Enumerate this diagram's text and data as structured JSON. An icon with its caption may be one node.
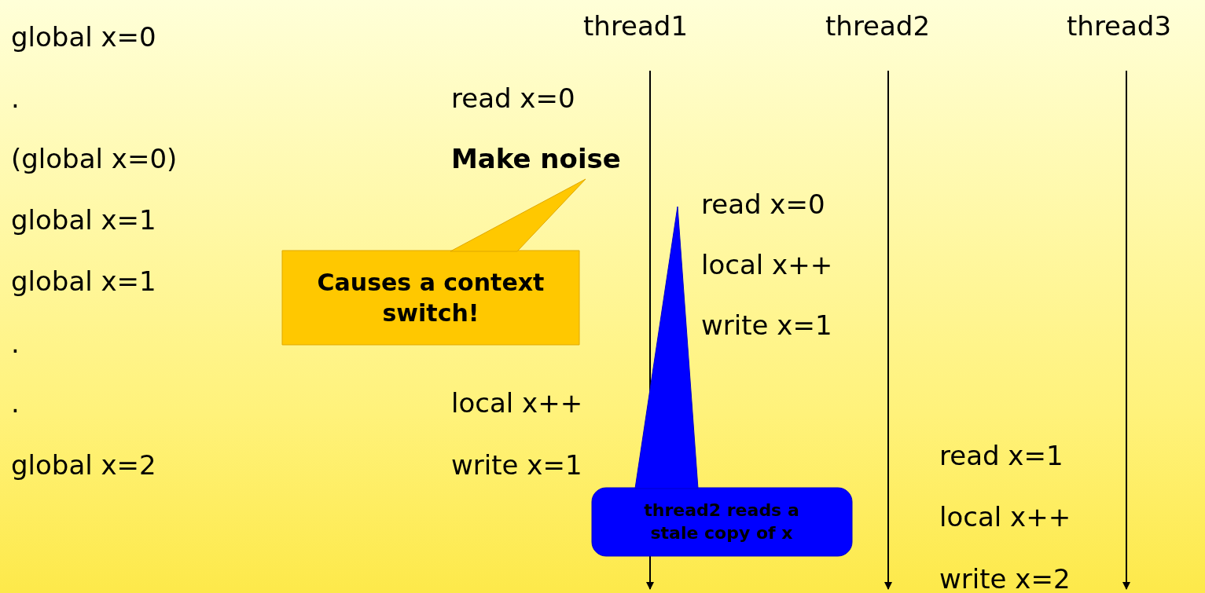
{
  "diagram": {
    "nodes": [
      {
        "text": [
          "Causes a context switch!"
        ]
      },
      {
        "text": [
          "thread2 reads a stale copy of x"
        ]
      }
    ],
    "labels": [
      "global x=0",
      "thread1",
      "thread2",
      "thread3",
      ".",
      "read x=0",
      "(global x=0)",
      "Make noise",
      "global x=1",
      "read x=0",
      "global x=1",
      "local x++",
      ".",
      "write x=1",
      ".",
      "local x++",
      "global x=2",
      "write x=1",
      "read x=1",
      "local x++",
      "write x=2"
    ]
  }
}
